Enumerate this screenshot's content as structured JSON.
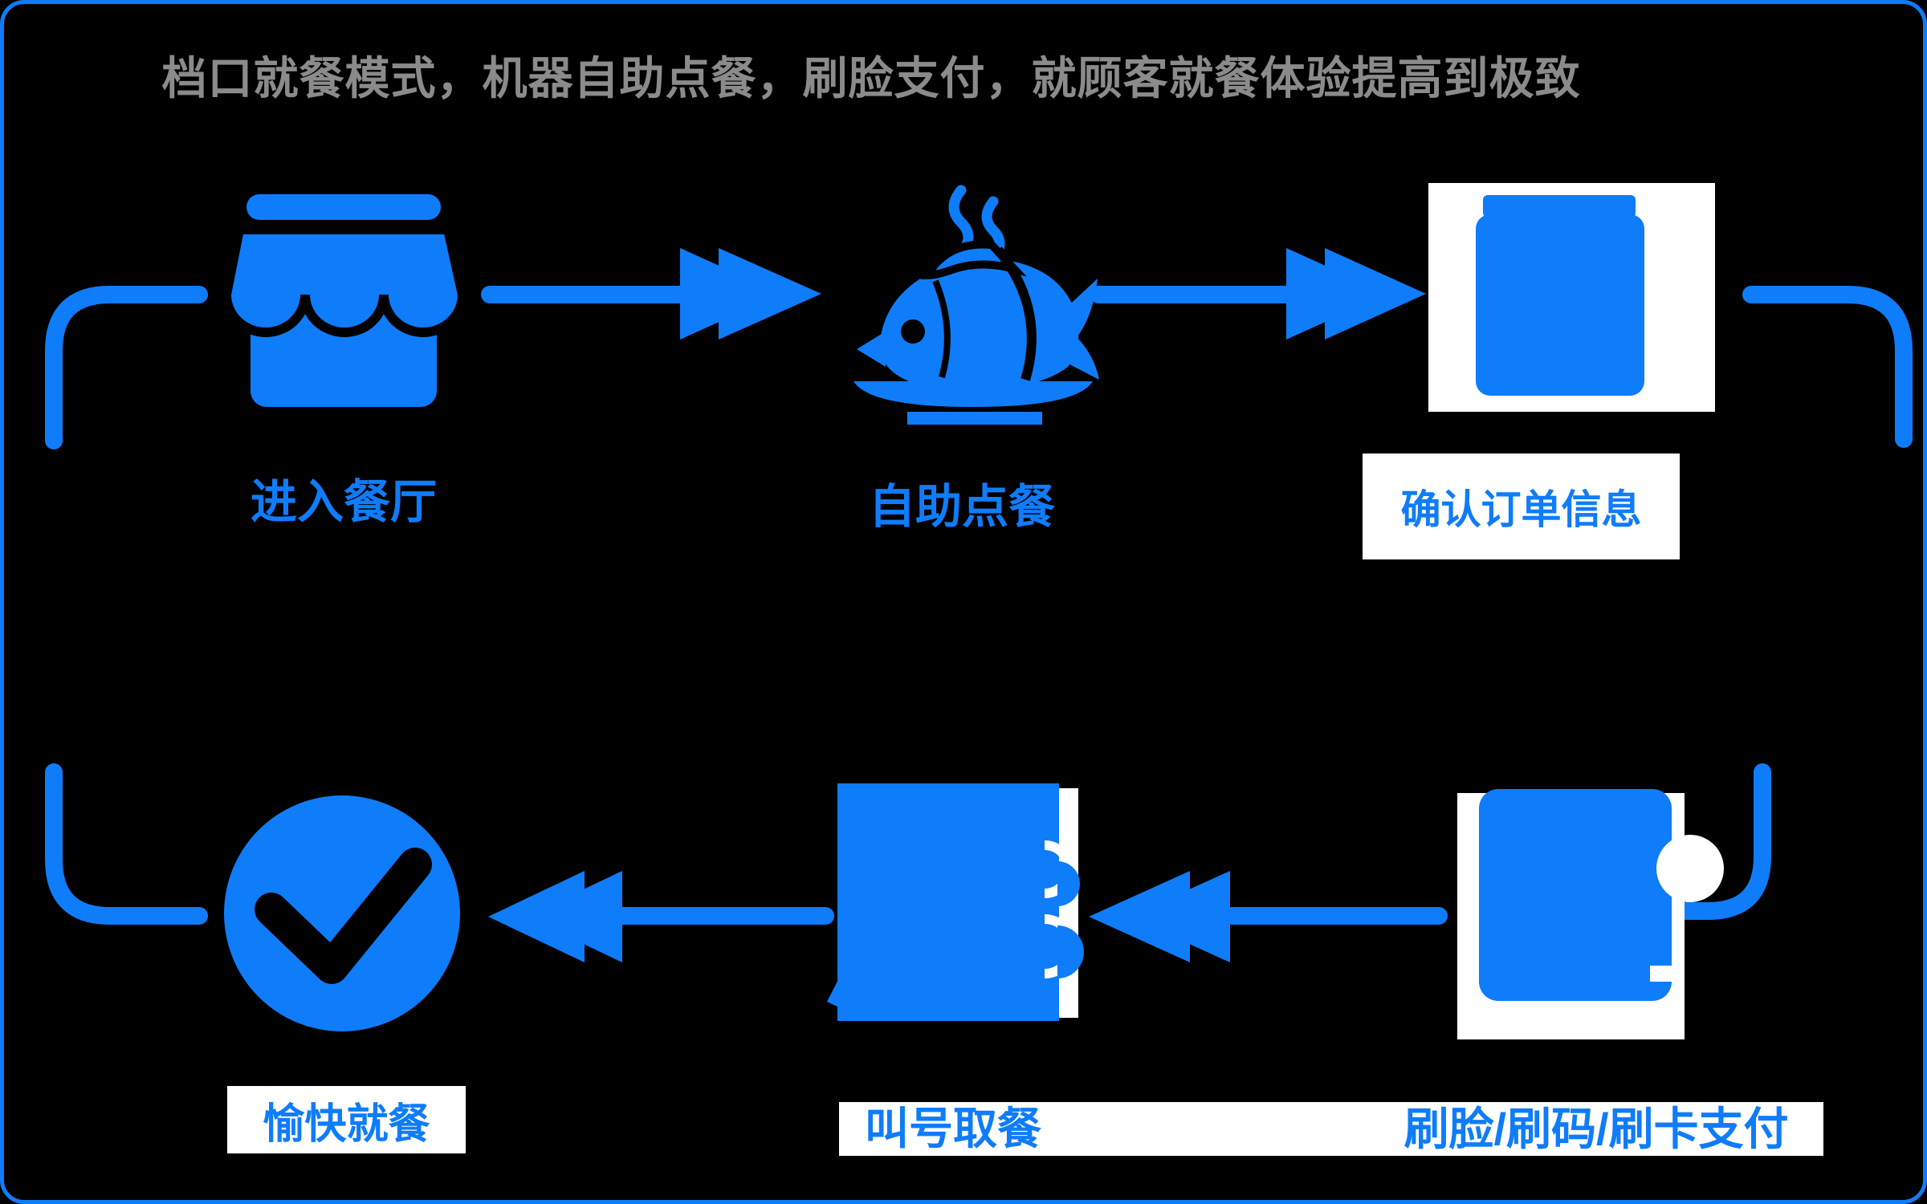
{
  "title": "档口就餐模式，机器自助点餐，刷脸支付，就顾客就餐体验提高到极致",
  "steps": [
    {
      "id": "enter-restaurant",
      "label": "进入餐厅",
      "icon": "storefront-icon",
      "row": "top"
    },
    {
      "id": "self-order",
      "label": "自助点餐",
      "icon": "fish-dish-icon",
      "row": "top"
    },
    {
      "id": "confirm-order",
      "label": "确认订单信息",
      "icon": "order-screen-icon",
      "row": "top"
    },
    {
      "id": "pay",
      "label": "刷脸/刷码/刷卡支付",
      "icon": "payment-terminal-icon",
      "row": "bottom"
    },
    {
      "id": "pickup",
      "label": "叫号取餐",
      "icon": "queue-screen-icon",
      "row": "bottom"
    },
    {
      "id": "enjoy",
      "label": "愉快就餐",
      "icon": "check-circle-icon",
      "row": "bottom"
    }
  ],
  "flow": {
    "top_row_arrow_direction": "right",
    "bottom_row_arrow_direction": "left",
    "arrow_style": "double-triangle"
  },
  "colors": {
    "accent_blue": "#0F7CFA",
    "background": "#000000",
    "title_text": "#8B8B8B",
    "panel_white": "#FFFFFF",
    "check_stroke": "#000000"
  }
}
